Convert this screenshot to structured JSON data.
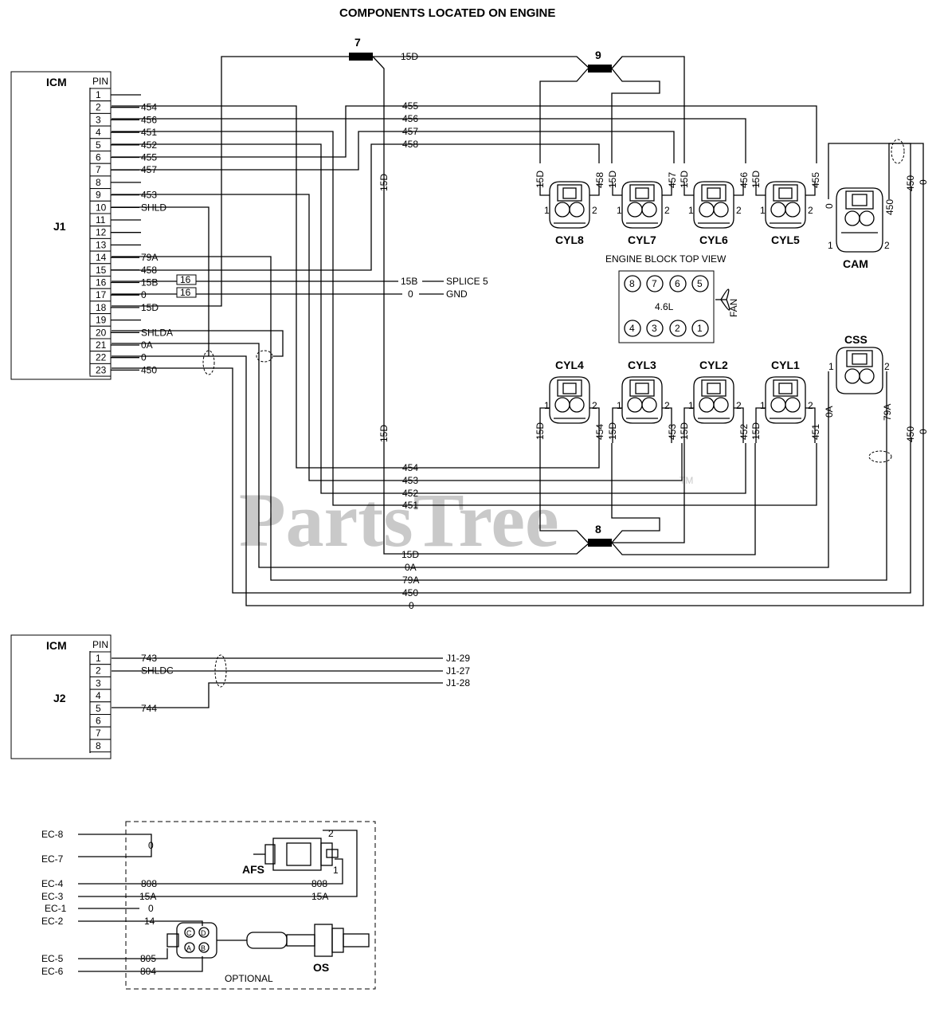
{
  "title": "COMPONENTS LOCATED ON ENGINE",
  "watermark": "PartsTree",
  "watermark_tm": "TM",
  "icm_j1": {
    "icm": "ICM",
    "pin_header": "PIN",
    "conn": "J1",
    "pins": [
      "1",
      "2",
      "3",
      "4",
      "5",
      "6",
      "7",
      "8",
      "9",
      "10",
      "11",
      "12",
      "13",
      "14",
      "15",
      "16",
      "17",
      "18",
      "19",
      "20",
      "21",
      "22",
      "23"
    ],
    "wires": [
      "",
      "454",
      "456",
      "451",
      "452",
      "455",
      "457",
      "",
      "453",
      "SHLD",
      "",
      "",
      "",
      "79A",
      "458",
      "15B",
      "0",
      "15D",
      "",
      "SHLDA",
      "0A",
      "0",
      "450"
    ],
    "tag16": "16",
    "splice5": "SPLICE 5",
    "gnd": "GND",
    "w15b": "15B",
    "w0": "0"
  },
  "connectors": {
    "c7": "7",
    "c9": "9",
    "c8": "8",
    "w15d": "15D"
  },
  "top_wires": {
    "w455": "455",
    "w456": "456",
    "w457": "457",
    "w458": "458"
  },
  "bottom_wires": {
    "w454": "454",
    "w453": "453",
    "w452": "452",
    "w451": "451",
    "w0a": "0A",
    "w79a": "79A",
    "w450": "450",
    "w0": "0"
  },
  "cyl_top": [
    {
      "name": "CYL8",
      "left": "15D",
      "right": "458"
    },
    {
      "name": "CYL7",
      "left": "15D",
      "right": "457"
    },
    {
      "name": "CYL6",
      "left": "15D",
      "right": "456"
    },
    {
      "name": "CYL5",
      "left": "15D",
      "right": "455"
    }
  ],
  "cyl_bot": [
    {
      "name": "CYL4",
      "left": "15D",
      "right": "454"
    },
    {
      "name": "CYL3",
      "left": "15D",
      "right": "453"
    },
    {
      "name": "CYL2",
      "left": "15D",
      "right": "452"
    },
    {
      "name": "CYL1",
      "left": "15D",
      "right": "451"
    }
  ],
  "pin1": "1",
  "pin2": "2",
  "cam": {
    "name": "CAM",
    "left": "0",
    "right": "450"
  },
  "css": {
    "name": "CSS",
    "left": "0A",
    "right": "79A"
  },
  "right_labels": {
    "w450": "450",
    "w0": "0"
  },
  "engine": {
    "title": "ENGINE BLOCK TOP VIEW",
    "top_cyl": [
      "8",
      "7",
      "6",
      "5"
    ],
    "bot_cyl": [
      "4",
      "3",
      "2",
      "1"
    ],
    "disp": "4.6L",
    "fan": "FAN"
  },
  "icm_j2": {
    "icm": "ICM",
    "pin_header": "PIN",
    "conn": "J2",
    "pins": [
      "1",
      "2",
      "3",
      "4",
      "5",
      "6",
      "7",
      "8"
    ],
    "wires": [
      "743",
      "SHLDC",
      "",
      "",
      "744",
      "",
      "",
      ""
    ],
    "dest": [
      "J1-29",
      "J1-27",
      "J1-28"
    ]
  },
  "optional": {
    "ec8": "EC-8",
    "ec7": "EC-7",
    "ec4": "EC-4",
    "ec3": "EC-3",
    "ec1": "EC-1",
    "ec2": "EC-2",
    "ec5": "EC-5",
    "ec6": "EC-6",
    "w0": "0",
    "w808": "808",
    "w15a": "15A",
    "w14": "14",
    "w805": "805",
    "w804": "804",
    "afs": "AFS",
    "os": "OS",
    "label": "OPTIONAL",
    "afs2": "2",
    "afs1": "1",
    "os_a": "A",
    "os_b": "B",
    "os_c": "C",
    "os_d": "D"
  }
}
